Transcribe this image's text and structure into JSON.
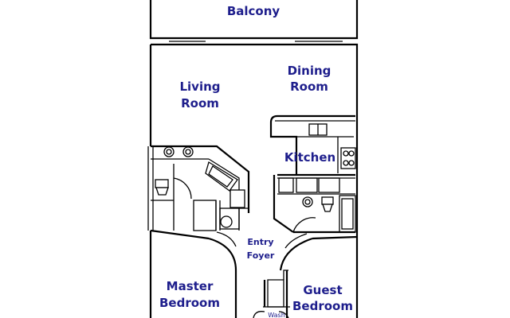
{
  "rooms": {
    "balcony": "Balcony",
    "living_1": "Living",
    "living_2": "Room",
    "dining_1": "Dining",
    "dining_2": "Room",
    "kitchen": "Kitchen",
    "entry_1": "Entry",
    "entry_2": "Foyer",
    "master_1": "Master",
    "master_2": "Bedroom",
    "guest_1": "Guest",
    "guest_2": "Bedroom",
    "wash": "Wash"
  },
  "colors": {
    "label": "#1e1e8c",
    "line": "#000000"
  }
}
